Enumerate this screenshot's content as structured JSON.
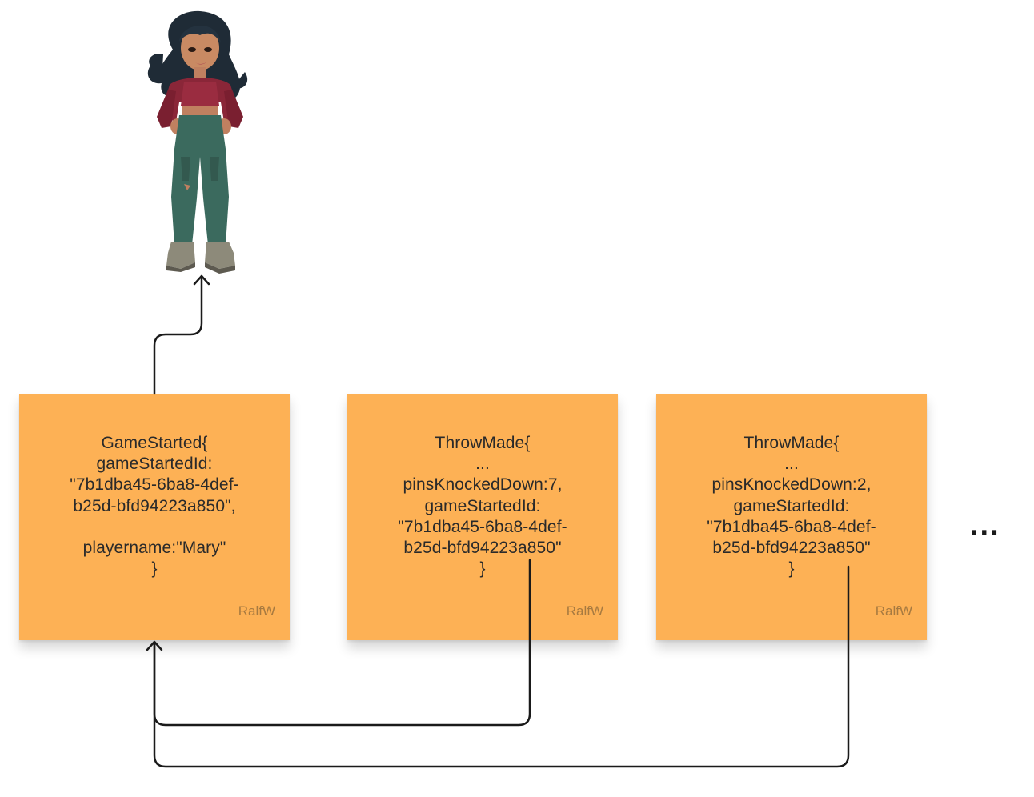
{
  "stickies": [
    {
      "text": "GameStarted{\ngameStartedId:\n\"7b1dba45-6ba8-4def-\nb25d-bfd94223a850\",\n\nplayername:\"Mary\"\n}",
      "author": "RalfW"
    },
    {
      "text": "ThrowMade{\n...\npinsKnockedDown:7,\ngameStartedId:\n\"7b1dba45-6ba8-4def-\nb25d-bfd94223a850\"\n}",
      "author": "RalfW"
    },
    {
      "text": "ThrowMade{\n...\npinsKnockedDown:2,\ngameStartedId:\n\"7b1dba45-6ba8-4def-\nb25d-bfd94223a850\"\n}",
      "author": "RalfW"
    }
  ],
  "ellipsis": "...",
  "colors": {
    "sticky": "#fdb155",
    "connector": "#1a1a1a",
    "author": "#a77a40"
  },
  "icons": {
    "character": "player-character-illustration"
  }
}
